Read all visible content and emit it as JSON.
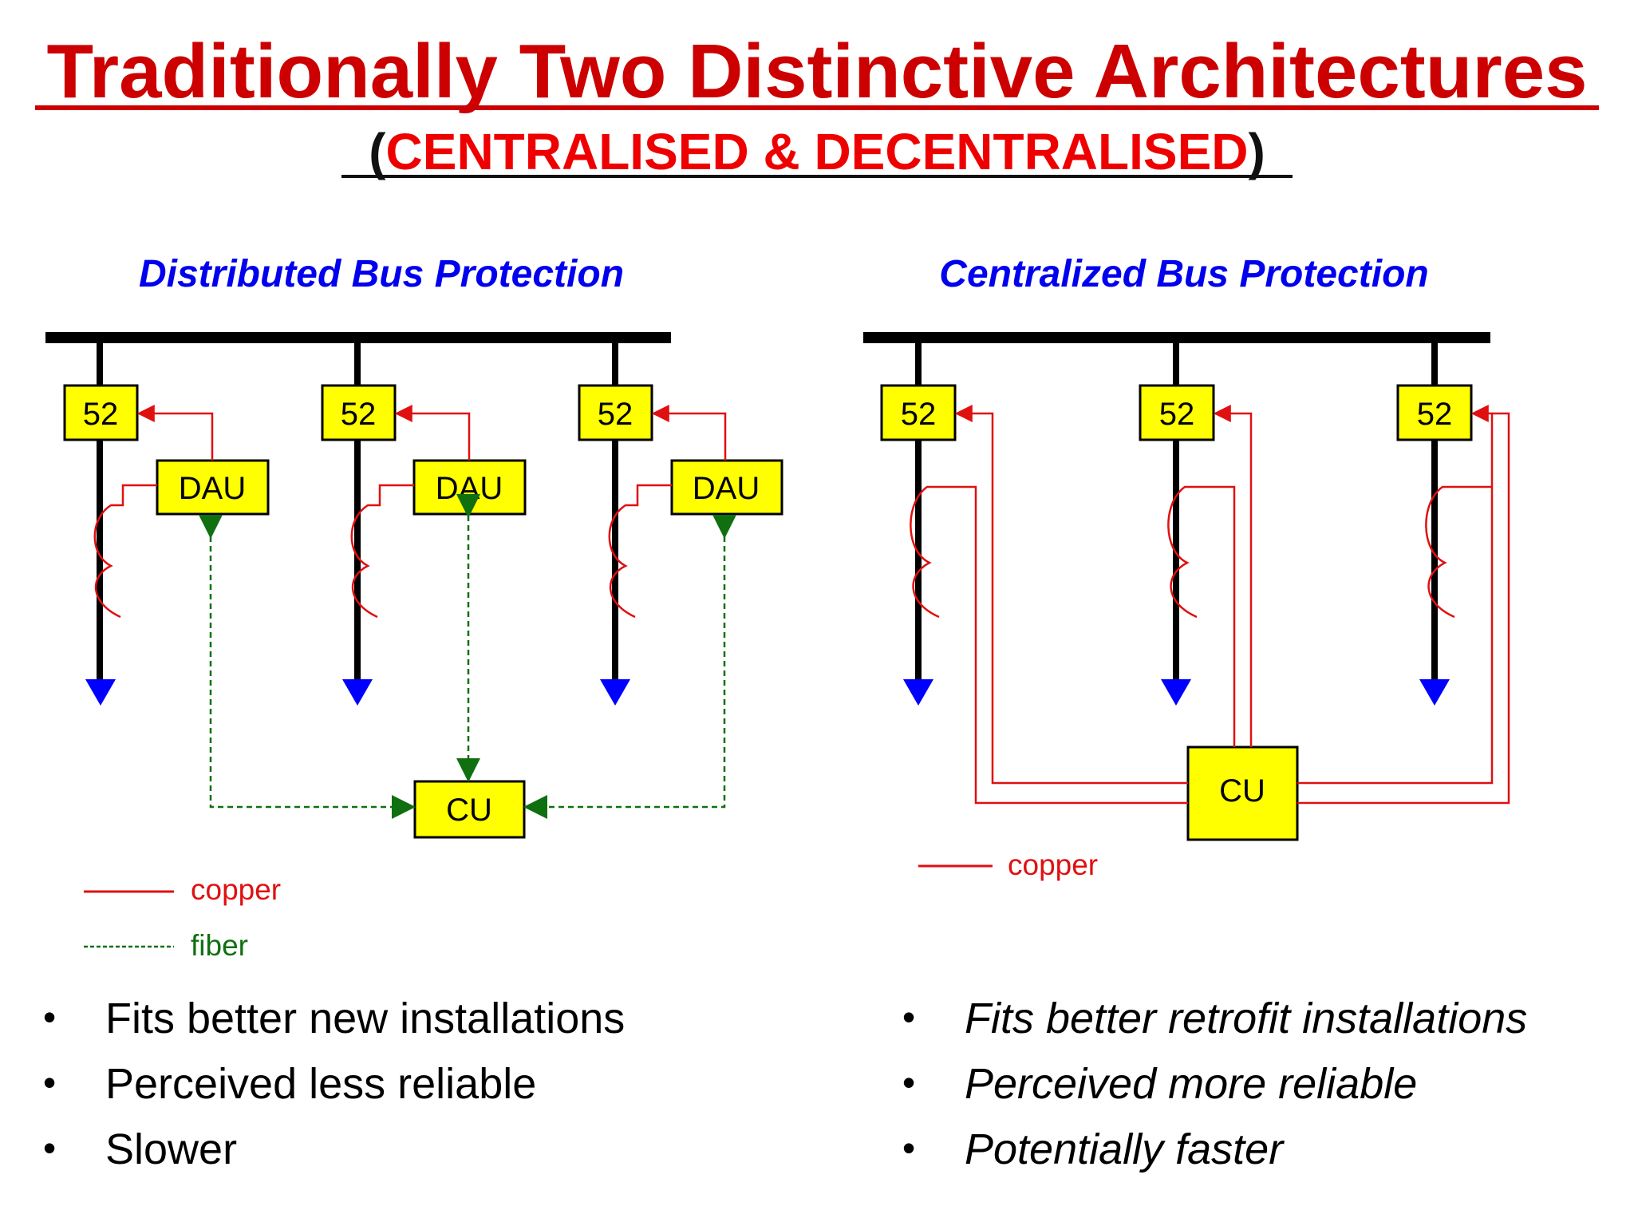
{
  "title": {
    "main": "Traditionally Two Distinctive Architectures",
    "sub_open": "(",
    "sub_text": "CENTRALISED & DECENTRALISED",
    "sub_close": ")"
  },
  "colors": {
    "title_red": "#cc0000",
    "panel_title_blue": "#0000ee",
    "box_yellow": "#ffff00",
    "copper_red": "#e01010",
    "fiber_green": "#107010",
    "feeder_arrow_blue": "#0000ff",
    "bus_black": "#000000"
  },
  "distributed": {
    "title": "Distributed Bus Protection",
    "breaker_label": "52",
    "dau_label": "DAU",
    "cu_label": "CU",
    "legend": {
      "copper": "copper",
      "fiber": "fiber"
    },
    "bullets": [
      "Fits better new installations",
      "Perceived less reliable",
      "Slower"
    ]
  },
  "centralized": {
    "title": "Centralized Bus Protection",
    "breaker_label": "52",
    "cu_label": "CU",
    "legend": {
      "copper": "copper"
    },
    "bullets": [
      "Fits better retrofit installations",
      "Perceived more reliable",
      "Potentially faster"
    ]
  },
  "bullet_symbol": "•"
}
